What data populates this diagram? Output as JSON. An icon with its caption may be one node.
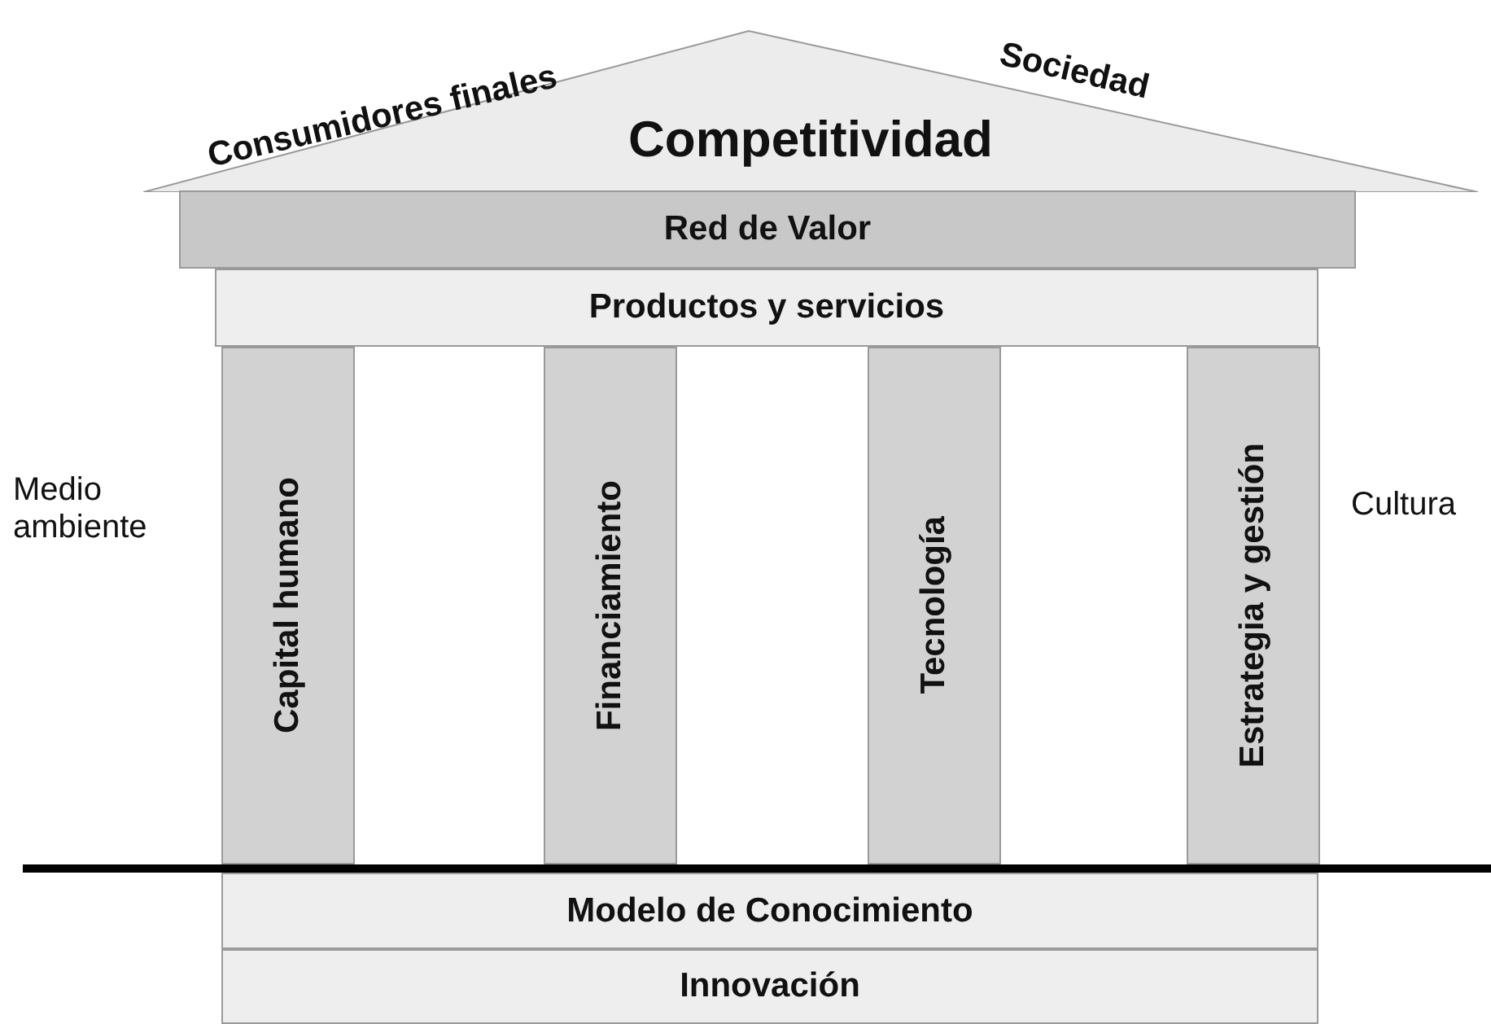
{
  "diagram": {
    "nodes": [
      {
        "text": [
          "Competitividad"
        ]
      },
      {
        "text": [
          "Red de Valor"
        ]
      },
      {
        "text": [
          "Productos y servicios"
        ]
      },
      {
        "text": [
          "Capital humano"
        ]
      },
      {
        "text": [
          "Financiamiento"
        ]
      },
      {
        "text": [
          "Tecnología"
        ]
      },
      {
        "text": [
          "Estrategia y gestión"
        ]
      },
      {
        "text": [
          "Modelo de Conocimiento"
        ]
      },
      {
        "text": [
          "Innovación"
        ]
      }
    ],
    "edges": [],
    "labels": [
      "Consumidores finales",
      "Sociedad",
      "Medio ambiente",
      "Cultura"
    ]
  }
}
